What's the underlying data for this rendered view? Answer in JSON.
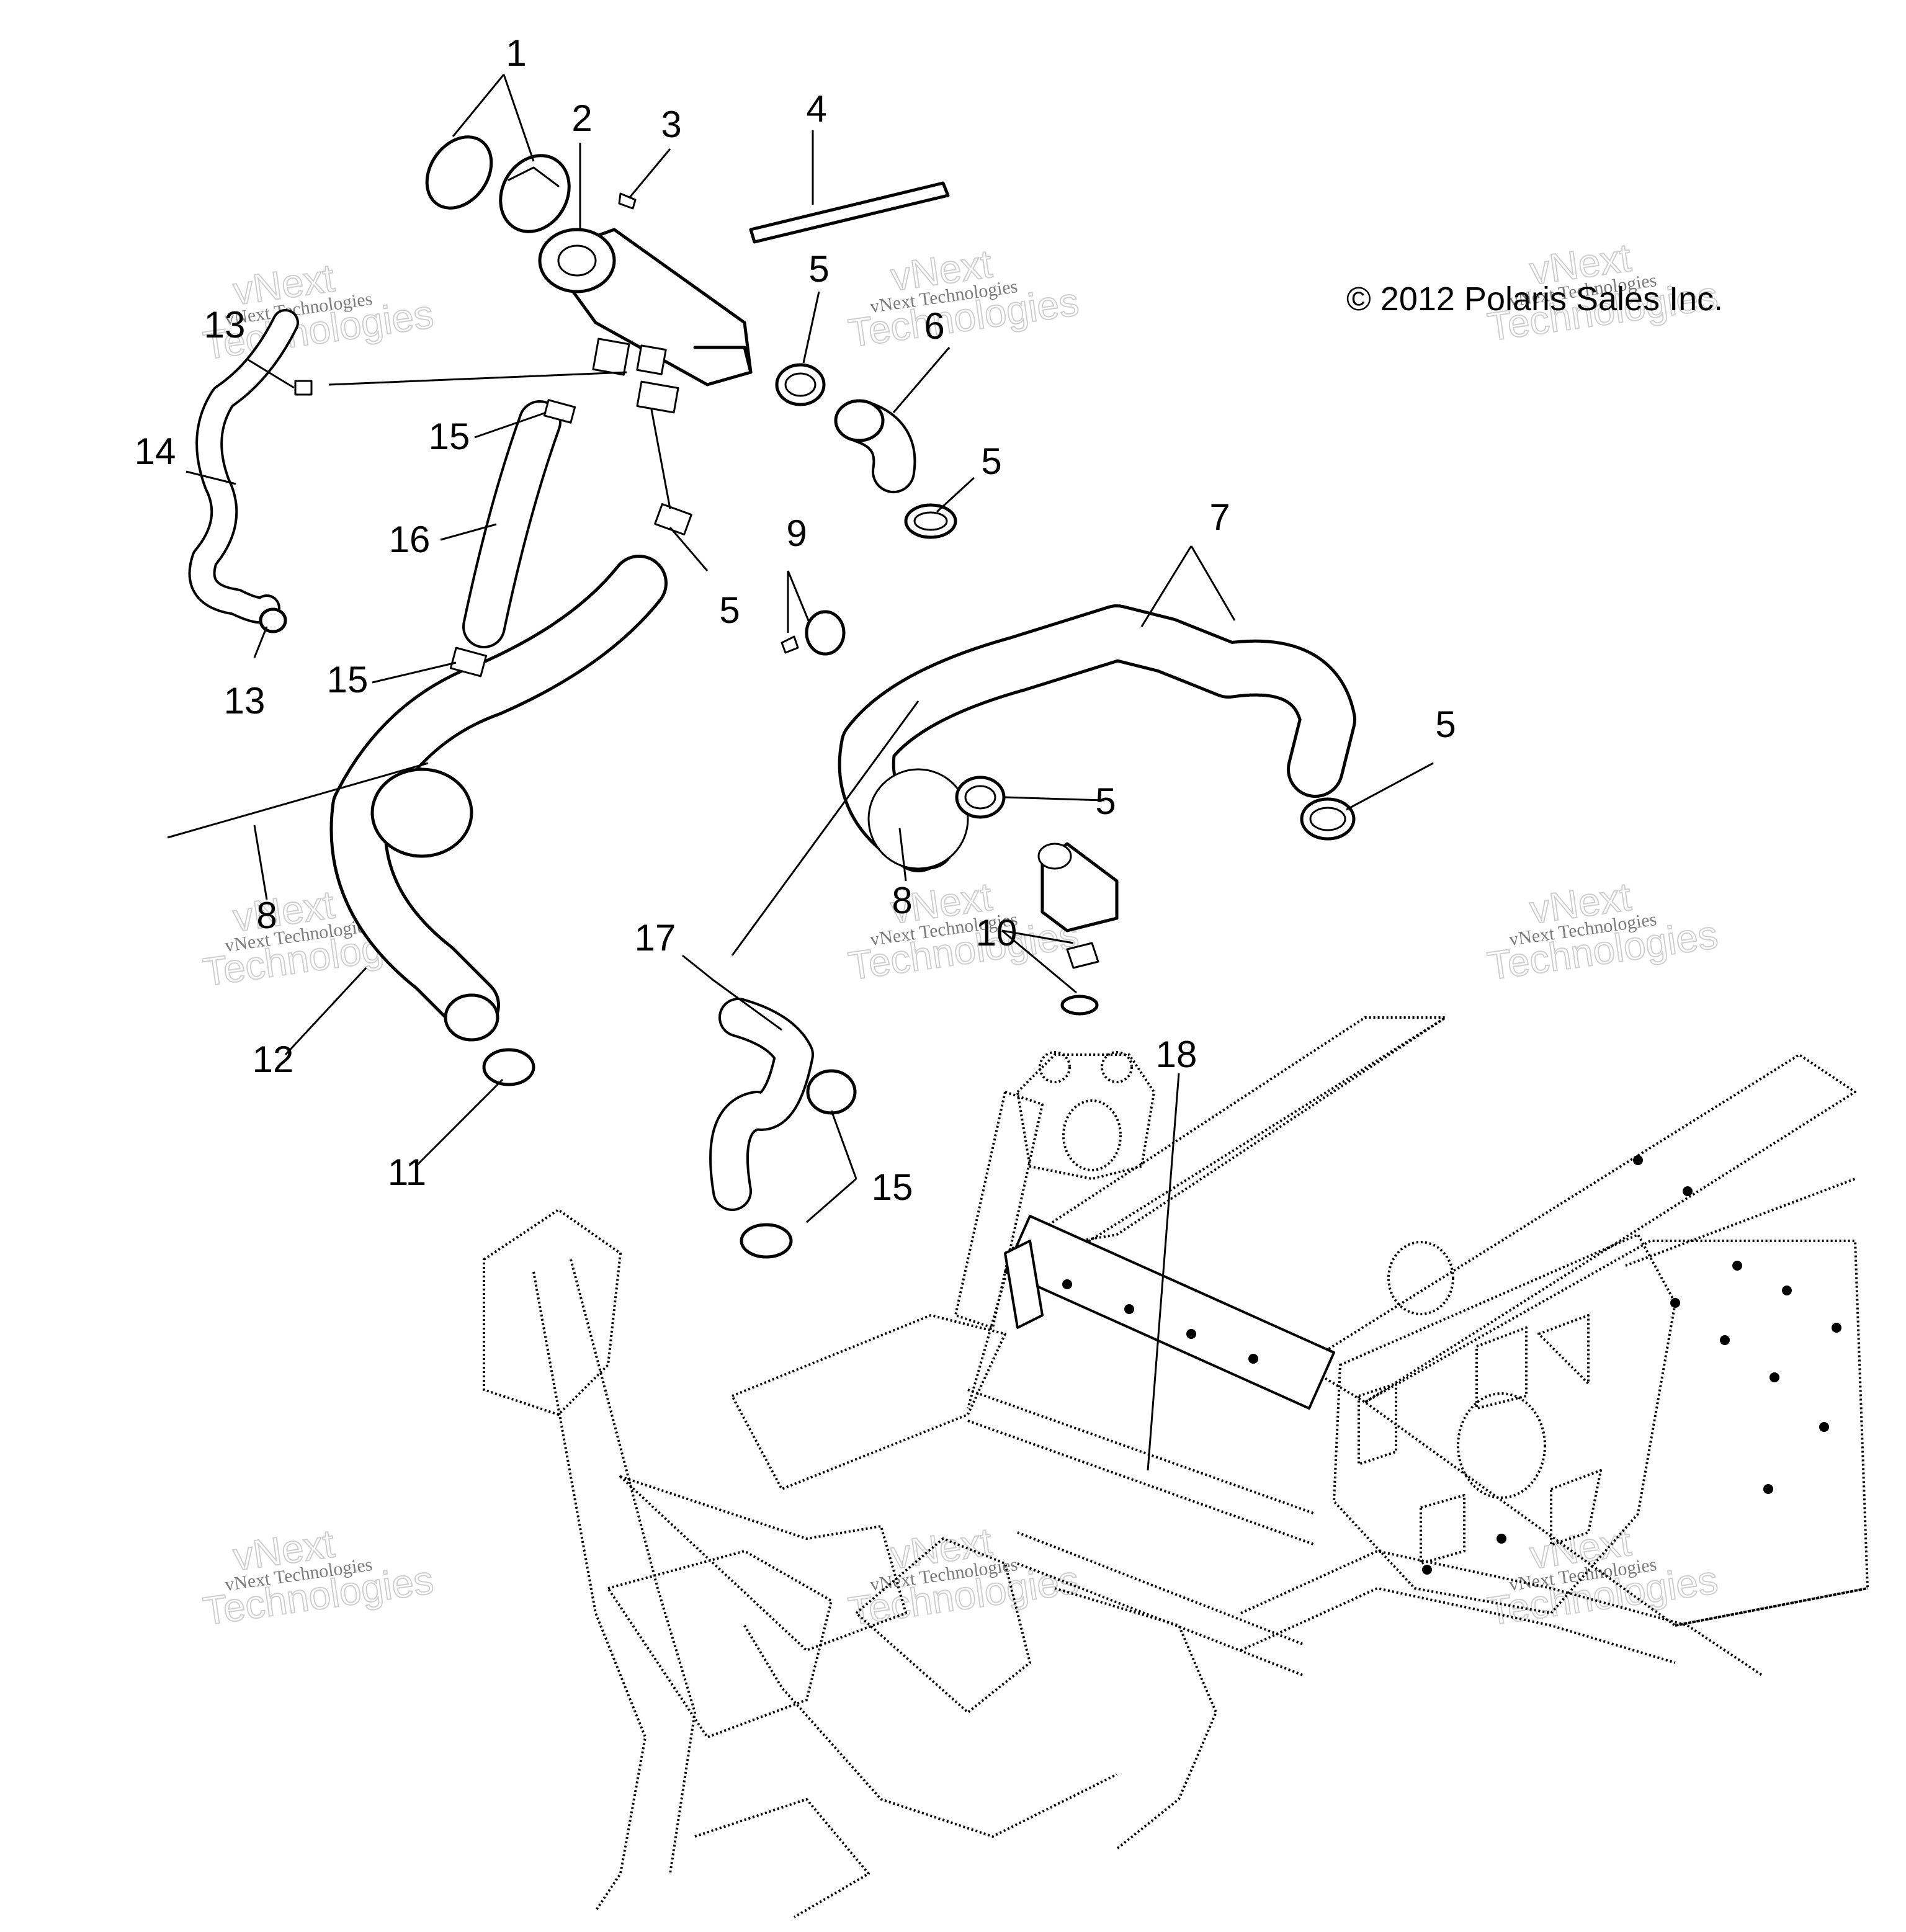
{
  "copyright": "© 2012 Polaris Sales Inc.",
  "watermark": {
    "line1": "vNext Technologies",
    "line2": "vNext",
    "line3": "Technologies"
  },
  "labels": {
    "p1": "1",
    "p2": "2",
    "p3": "3",
    "p4": "4",
    "p5a": "5",
    "p5b": "5",
    "p5c": "5",
    "p5d": "5",
    "p5e": "5",
    "p6": "6",
    "p7": "7",
    "p8a": "8",
    "p8b": "8",
    "p9": "9",
    "p10": "10",
    "p11": "11",
    "p12": "12",
    "p13a": "13",
    "p13b": "13",
    "p14": "14",
    "p15a": "15",
    "p15b": "15",
    "p15c": "15",
    "p16": "16",
    "p17": "17",
    "p18": "18"
  }
}
